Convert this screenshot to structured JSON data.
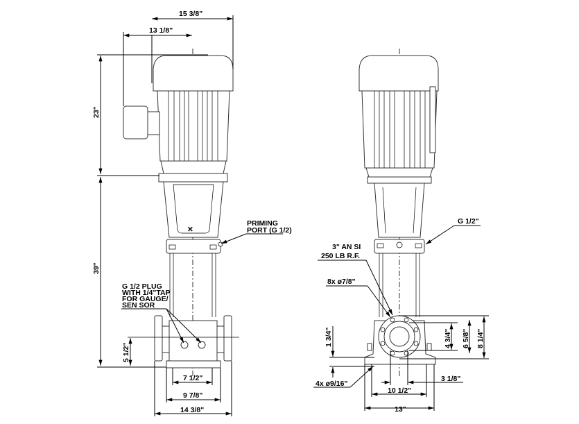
{
  "front_view": {
    "dimensions": {
      "overall_width": "15  3/8\"",
      "motor_to_box": "13  1/8\"",
      "motor_height": "23\"",
      "pump_height": "39\"",
      "port_center_height": "5 1/2\"",
      "foot_inner": "7 1/2\"",
      "foot_outer": "9 7/8\"",
      "flange_to_flange": "14 3/8\""
    },
    "labels": {
      "priming_1": "PRIMING",
      "priming_2": "PORT (G 1/2)",
      "plug_1": "G 1/2 PLUG",
      "plug_2": "WITH 1/4\"TAP",
      "plug_3": "FOR GAUGE/",
      "plug_4": "SEN SOR"
    }
  },
  "side_view": {
    "dimensions": {
      "bolt_circle_inner": "4 3/4\"",
      "bolt_circle": "6 5/8\"",
      "flange_dia": "8 1/4\"",
      "foot_offset": "1 3/4\"",
      "center_offset": "3 1/8\"",
      "foot_holes_span": "10 1/2\"",
      "base_width": "13\""
    },
    "labels": {
      "g_half": "G 1/2\"",
      "ansi_1": "3\" AN SI",
      "ansi_2": "250 LB R.F.",
      "bolts": "8x ø7/8\"",
      "foot_holes": "4x ø9/16\""
    }
  }
}
